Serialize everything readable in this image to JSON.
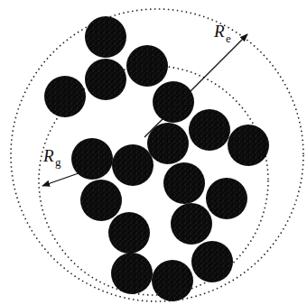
{
  "diagram": {
    "labels": [
      "R",
      "e",
      "R",
      "g"
    ]
  }
}
